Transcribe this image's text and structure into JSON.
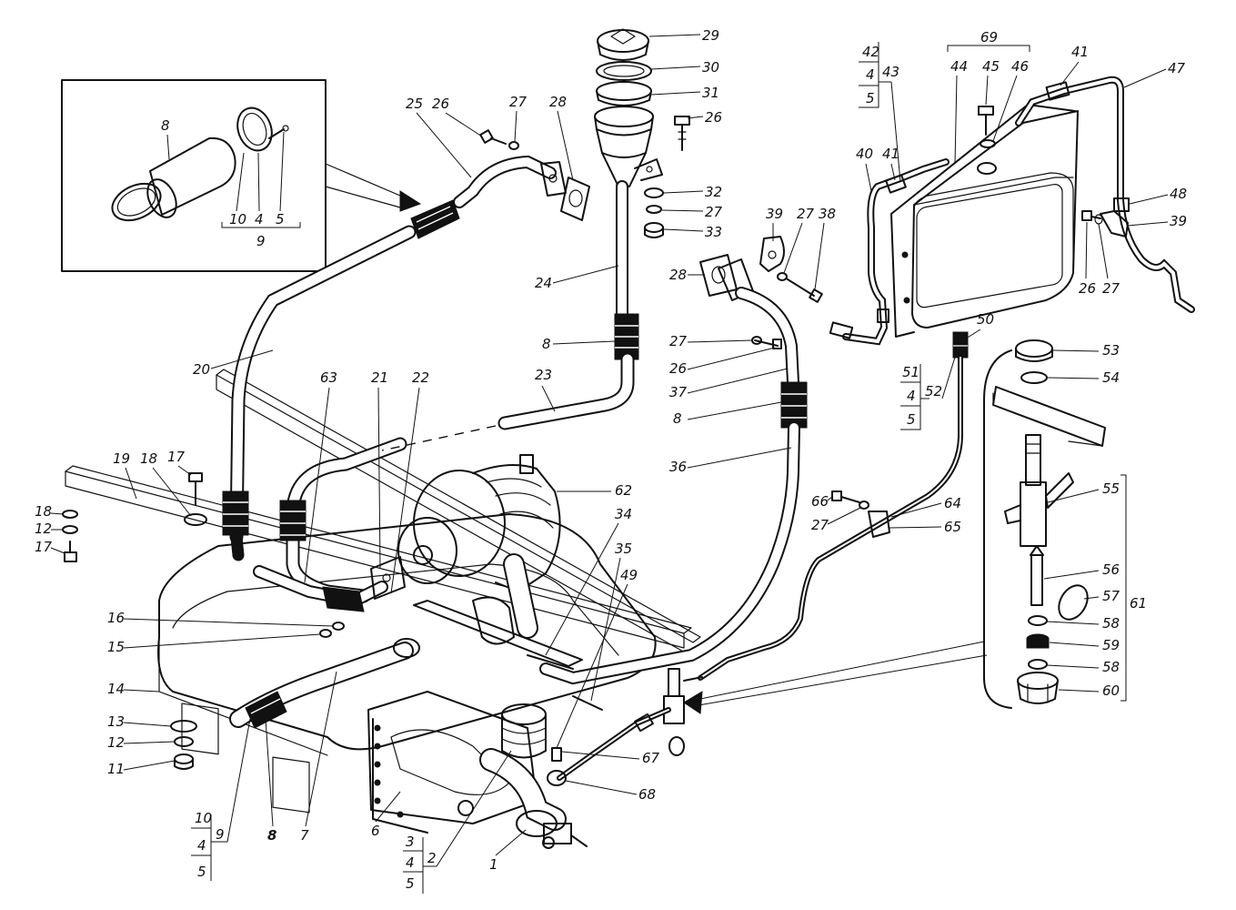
{
  "labels": {
    "n1": "1",
    "n2": "2",
    "n3": "3",
    "n4": "4",
    "n5": "5",
    "n6": "6",
    "n7": "7",
    "n8": "8",
    "n9": "9",
    "n10": "10",
    "n11": "11",
    "n12": "12",
    "n13": "13",
    "n14": "14",
    "n15": "15",
    "n16": "16",
    "n17": "17",
    "n18": "18",
    "n19": "19",
    "n20": "20",
    "n21": "21",
    "n22": "22",
    "n23": "23",
    "n24": "24",
    "n25": "25",
    "n26": "26",
    "n27": "27",
    "n28": "28",
    "n29": "29",
    "n30": "30",
    "n31": "31",
    "n32": "32",
    "n33": "33",
    "n34": "34",
    "n35": "35",
    "n36": "36",
    "n37": "37",
    "n38": "38",
    "n39": "39",
    "n40": "40",
    "n41": "41",
    "n42": "42",
    "n43": "43",
    "n44": "44",
    "n45": "45",
    "n46": "46",
    "n47": "47",
    "n48": "48",
    "n49": "49",
    "n50": "50",
    "n51": "51",
    "n52": "52",
    "n53": "53",
    "n54": "54",
    "n55": "55",
    "n56": "56",
    "n57": "57",
    "n58": "58",
    "n59": "59",
    "n60": "60",
    "n61": "61",
    "n62": "62",
    "n63": "63",
    "n64": "64",
    "n65": "65",
    "n66": "66",
    "n67": "67",
    "n68": "68",
    "n69": "69"
  }
}
